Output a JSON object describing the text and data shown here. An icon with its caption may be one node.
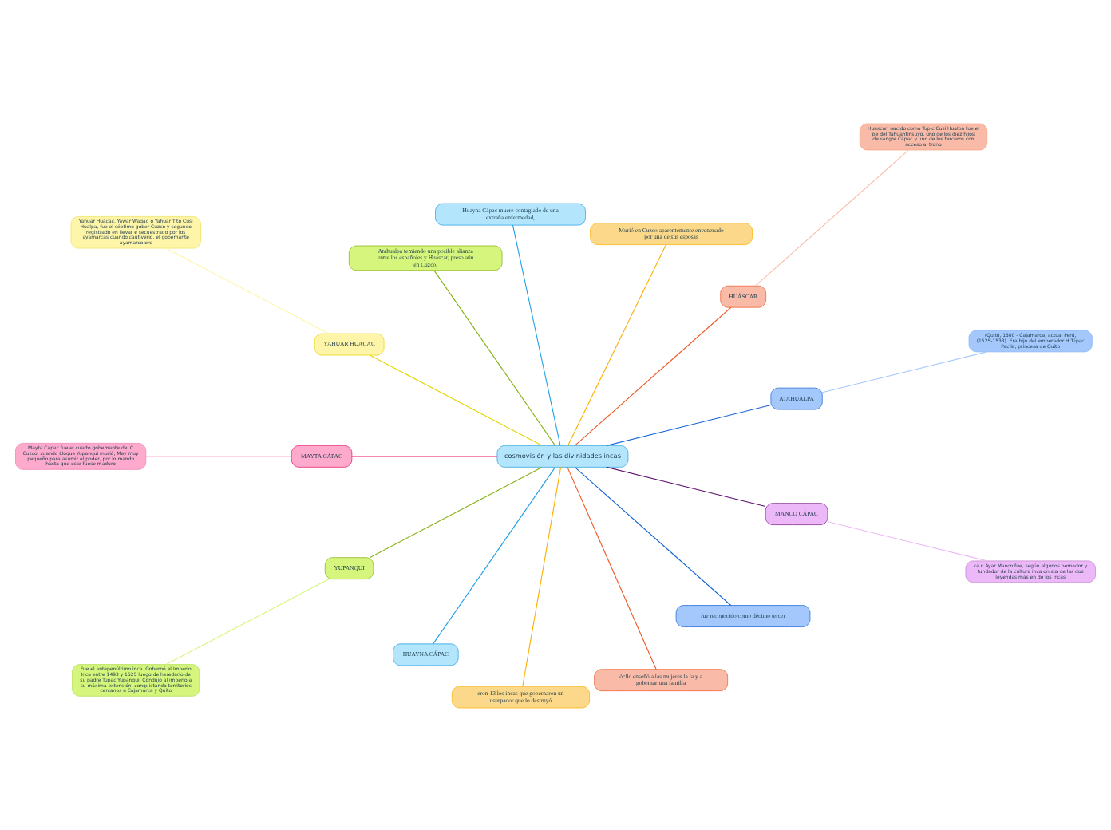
{
  "diagram": {
    "nodes": [
      {
        "text": [
          "cosmovisión y las divinidades incas"
        ]
      },
      {
        "text": [
          "ATAHUALPA"
        ]
      },
      {
        "text": [
          "(Quito, 1500 - Cajamarca, actual Perú, (1525-1533). Era hijo del emperador H Túpac Paclla, princesa de Quito"
        ]
      },
      {
        "text": [
          "HUÁSCAR"
        ]
      },
      {
        "text": [
          "Huáscar, nacido como Tupic Cusi Hualpa fue el pe del Tahuantinsuyo, uno de los diez hijos de sangre Cápac y uno de los terceros con acceso al trono"
        ]
      },
      {
        "text": [
          "Murió en Cuzco aparentemente envenenado por una de sus esposas"
        ]
      },
      {
        "text": [
          "Huayna Cápac muere contagiado de una extraña enfermedad,"
        ]
      },
      {
        "text": [
          "Atahualpa temiendo una posible alianza entre los españoles y Huáscar, preso aún en Cuzco,"
        ]
      },
      {
        "text": [
          "YAHUAR HUACAC"
        ]
      },
      {
        "text": [
          "Yáhuar Huácac, Yawar Waqaq o Yahuar Tito Cusi Hualpa, fue el séptimo gober Cuzco y segundo registrado en llevar e secuestrado por los ayamarcas cuando cautiverio, el gobernante ayamarco orc"
        ]
      },
      {
        "text": [
          "MAYTA CÁPAC"
        ]
      },
      {
        "text": [
          "Mayta Cápac fue el cuarto gobernante del C Cuzco, cuando Lloque Yupanqui murió, May muy pequeño para asumir el poder, por lo mando hasta que este fuese maduro"
        ]
      },
      {
        "text": [
          "YUPANQUI"
        ]
      },
      {
        "text": [
          "Fue el antepenúltimo inca. Gobernó el Imperio Inca entre 1493 y 1525 luego de heredario de su padre Túpac Yupanqui. Condujo al imperio a su máxima extensión, conquistando territorios cercanos a Cajamarca y Quito"
        ]
      },
      {
        "text": [
          "HUAYNA CÁPAC"
        ]
      },
      {
        "text": [
          "eron 13 los incas que gobernaron un usurpador que lo destruyó"
        ]
      },
      {
        "text": [
          "ócllo enseñó a las mujeres la ía y a gobernar una familia"
        ]
      },
      {
        "text": [
          "fue reconocido como décimo tercer"
        ]
      },
      {
        "text": [
          "MANCO CÁPAC"
        ]
      },
      {
        "text": [
          "ca o Ayar Manco fue, según algunos bernador y fundador de la cultura inca onista de las dos leyendas más en de los incas"
        ]
      }
    ],
    "edges": [
      {
        "from": 0,
        "to": 1,
        "arrow": "none",
        "color": "#1565d8"
      },
      {
        "from": 1,
        "to": 2,
        "arrow": "none",
        "color": "#a4c8fc"
      },
      {
        "from": 0,
        "to": 3,
        "arrow": "none",
        "color": "#f05a28"
      },
      {
        "from": 3,
        "to": 4,
        "arrow": "none",
        "color": "#f9bba8"
      },
      {
        "from": 0,
        "to": 5,
        "arrow": "none",
        "color": "#fbb000"
      },
      {
        "from": 0,
        "to": 6,
        "arrow": "none",
        "color": "#1ea0e8"
      },
      {
        "from": 0,
        "to": 7,
        "arrow": "none",
        "color": "#86b314"
      },
      {
        "from": 0,
        "to": 8,
        "arrow": "none",
        "color": "#e8d400"
      },
      {
        "from": 8,
        "to": 9,
        "arrow": "none",
        "color": "#fff5a8"
      },
      {
        "from": 0,
        "to": 10,
        "arrow": "none",
        "color": "#e8166b"
      },
      {
        "from": 10,
        "to": 11,
        "arrow": "none",
        "color": "#fdaacd"
      },
      {
        "from": 0,
        "to": 12,
        "arrow": "none",
        "color": "#86b314"
      },
      {
        "from": 12,
        "to": 13,
        "arrow": "none",
        "color": "#d5f57d"
      },
      {
        "from": 0,
        "to": 14,
        "arrow": "none",
        "color": "#1ea0e8"
      },
      {
        "from": 0,
        "to": 15,
        "arrow": "none",
        "color": "#fbb000"
      },
      {
        "from": 0,
        "to": 16,
        "arrow": "none",
        "color": "#f05a28"
      },
      {
        "from": 0,
        "to": 17,
        "arrow": "none",
        "color": "#1565d8"
      },
      {
        "from": 0,
        "to": 18,
        "arrow": "none",
        "color": "#5c0f6b"
      },
      {
        "from": 18,
        "to": 19,
        "arrow": "none",
        "color": "#ecb8f7"
      }
    ]
  }
}
